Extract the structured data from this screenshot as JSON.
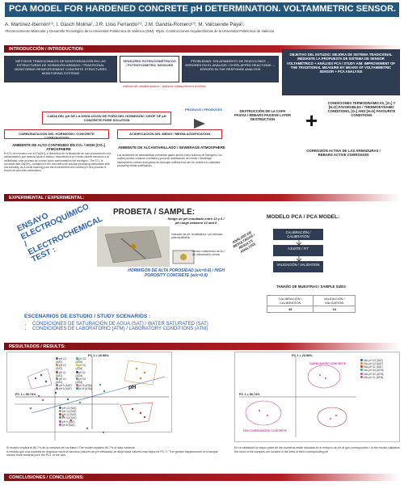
{
  "header": {
    "title": "PCA MODEL FOR HARDENED CONCRETE pH DETERMINATION.  VOLTAMMETRIC SENSOR.",
    "authors": "A. Martínez-Ibernón¹'², I. Gasch Molina², J.R. Lliso Ferrando¹'², J.M. Gandía-Romero¹'², M. Valcuende Payá².",
    "affiliation": "¹Reconocimiento Molecular y Desarrollo Tecnológico de la Universitat Politècnica de València (IDM). ²Dpto. Construcciones Arquitectónicas de la Universitat Politècnica de València"
  },
  "sections": {
    "intro": "INTRODUCCIÓN / INTRODUCTION:",
    "experimental": "EXPERIMENTAL / EXPERIMENTAL:",
    "results": "RESULTADOS / RESULTS:",
    "conclusions": "CONCLUSIONES / CONCLUSIONS:"
  },
  "intro": {
    "box1": "MÉTODOS TRADICIONALES DE MONITORIZACIÓN EN LAS ESTRUCTURAS DE HORMIGÓN ARMADO / TRADITIONAL MONITORING REINFORCEMENT CONCRETE STRUCTURES MONITORING SYSTEMS",
    "box2": "SENSORES POTENCIOMÉTRICOS / POTENTIOMETRIC SENSORS",
    "box3": "PROBLEMAS: SOLAPAMIENTO DE REACCIONES → ERRORES EN EL ANÁLISIS / OVERLAPPED REACTIONS → ERRORS IN THE RESPONSE ANALYSIS",
    "box4": "OBJETIVO DEL ESTUDIO: MEJORA DE SISTEMA TRADICIONAL MEDIANTE LA PROPUESTA DE SISTEMA DE SENSOR VOLTAMÉTRICO + ANÁLISIS PCA / STUDY AIM: IMPROVEMENT OF THE TRADITIONAL MEASURE BY MEANS OF VOLTAMMETRIC SENSOR + PCA ANALYSIS",
    "passive": "método de medida pasivo / passive measurement method",
    "drop": "CAÍDA DEL pH DE LA DISOLUCIÓN DE PORO DEL HORMIGÓN / DROP OF pH CONCRETE PORE SOLUTION",
    "produce": "PRODUCE / PRODUCES",
    "destruction": "DESTRUCCIÓN DE LA CAPA PASIVA / REBARS PASSIVE LAYER DESTRUCTION",
    "conditions": "CONDICIONES TERMODINÁMICAS, [O₂] Y [H₂O] FAVORABLES / THERMODYNAMIC CONDITIONS, [O₂] AND [H₂O] FAVOURITE CONDITIONS",
    "carbonation": "CARBONATACIÓN DEL HORMIGÓN / CONCRETE CARBONATION",
    "acidif": "ACIDIFICACIÓN DEL MEDIO / MEDIA ACIDIFICATION",
    "corrosion": "CORROSIÓN ACTIVA DE LAS ARMADURAS / REBARS ACTIVE CORROSION",
    "amb_co2": "AMBIENTE DE ALTO CONTENIDO EN CO₂ / HIGH [CO₂] ATMOSPHERE",
    "amb_sewage": "AMBIENTE DE ALCANTARILLADO / SEWERAGE ATMOSPHERE",
    "p1": "El CO₂ es corrosivo con el Ca(OH)₂ e hidróxidos en la disolución de poro produciendo una carbonatación que avanza hacia el interior, reduciendo el pH hasta valores cercanos a la neutralidad, este proceso se conoce como carbonatación del hormigón / The CO₂ is corrosive with Ca(OH)₂ contained in the concrete pore solution producing carbonates with low solubility, as a result lowering pore the environment until neutral pH, this process is known as concrete carbonation.",
    "p2": "Los ambientes de alcantarillado presentan gases ácidos como sulfuros de hidrógeno, los cuales pueden oxidarse a sulfatos y producir acidificación del medio / Sewerage atmospheres contain acid gases as hydrogen sulfides that can be oxidized to sulphates producing media acidification."
  },
  "experimental": {
    "probeta": "PROBETA / SAMPLE:",
    "range": "Rango de pH estudiado entre 13 y 8 / pH range between 13 and 8",
    "indicator": "Indicador de pH: fenolftaleína / pH indicator: phenolphthalein",
    "sensor": "Sensor voltamétrico de Au / Au voltammetric sensor",
    "hormigon": "HORMIGÓN DE ALTA POROSIDAD (a/c=0.6) / HIGH POROSITY CONCRETE (w/c=0.6)",
    "ensayo": "ENSAYO ELECTROQUÍMICO / ELECTROCHEMICAL TEST :",
    "analysis": "ANÁLISIS DE RESULTADOS / RESULTS ANALYSIS",
    "model_title": "MODELO PCA / PCA MODEL:",
    "calib": "CALIBRACIÓN / CALIBRATION",
    "ajuste": "AJUSTE / FIT",
    "valid": "VALIDACIÓN / VALIDATION",
    "sample_title": "TAMAÑO DE MUESTRAS / SAMPLE SIZES",
    "calib_col": "CALIBRACIÓN / CALIBRATION",
    "valid_col": "VALIDACIÓN / VALIDATION",
    "calib_n": "45",
    "valid_n": "24",
    "scen_title": "ESCENARIOS DE ESTUDIO / STUDY SCENARIOS :",
    "scen1": "CONDICIONES DE SATURACIÓN DE AGUA (SAT) / WATER SATURATED (SAT)",
    "scen2": "CONDICIONES DE LABORATORIO (ATM) / LABORATORY CONDITIONS (ATM)"
  },
  "results": {
    "pc2a": "PC 2 = 20.98%",
    "pc1a": "PC 1 = 56.74%",
    "ph": "pH",
    "pc2b": "PC 2 = 23.98%",
    "pc1b": "PC 1 = 56.74%",
    "carb": "CARBONATED CONCRETE",
    "uncarb": "NON CARBONATED CONCRETE",
    "note1": "El modelo explica el 80.7% de la varianza de los datos / The model explains 80.7% of data variance",
    "note2": "A medida que una muestra se desplaza hacia la derecha (valores de pH elevados) se aleja hacia valores más bajos de PC 1 / The greater displacement of a sample means more towards pure the PC1 of the axis",
    "note3": "En la validación la mayor parte de las muestras están situadas en el entorno de pH al que corresponden / In the model validation the most of the samples are located in the area of their corresponding pH",
    "legend_a": [
      "pH 13 (SAT)",
      "pH 12 (SAT)",
      "pH 11 (SAT)",
      "pH 10 (SAT)",
      "pH 9 (SAT)",
      "pH 8 (SAT)",
      "pH 13 (ATM)",
      "pH 12 (ATM)",
      "pH 11 (ATM)",
      "pH 10 (ATM)",
      "pH 9 (ATM)",
      "pH 8 (ATM)"
    ],
    "legend_b": [
      "pH 13 (SAT)",
      "pH 12 (SAT)",
      "pH 11 (SAT)",
      "pH 10 (SAT)",
      "pH 9 (SAT)",
      "pH 8 (SAT)"
    ],
    "legend_c": [
      "VAL pH 13 (SAT)",
      "VAL pH 12 (SAT)",
      "VAL pH 11 (SAT)",
      "VAL pH 13 (ATM)",
      "VAL pH 12 (ATM)",
      "VAL pH 11 (ATM)"
    ]
  },
  "colors": {
    "title_bg": "#24567b",
    "bar": "#b21e23",
    "box": "#2f3d54",
    "accent": "#2c5fb3"
  }
}
